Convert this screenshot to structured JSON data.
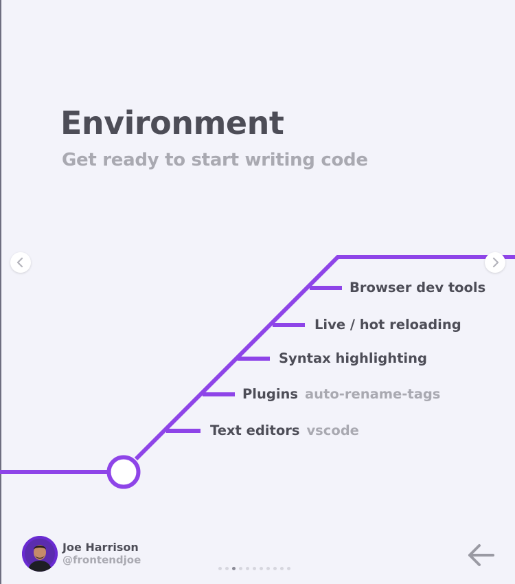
{
  "slide": {
    "title": "Environment",
    "subtitle": "Get ready to start writing code"
  },
  "roadmap": {
    "line_color": "#8e44e8",
    "steps": [
      {
        "label": "Browser dev tools",
        "detail": ""
      },
      {
        "label": "Live / hot reloading",
        "detail": ""
      },
      {
        "label": "Syntax highlighting",
        "detail": ""
      },
      {
        "label": "Plugins",
        "detail": "auto-rename-tags"
      },
      {
        "label": "Text editors",
        "detail": "vscode"
      }
    ]
  },
  "author": {
    "name": "Joe Harrison",
    "handle": "@frontendjoe"
  },
  "carousel": {
    "prev_icon": "chevron-left-icon",
    "next_icon": "chevron-right-icon",
    "back_icon": "arrow-left-icon",
    "page_count": 11,
    "active_page": 3
  },
  "colors": {
    "background": "#f3f3fa",
    "heading": "#4d4d57",
    "muted": "#a9a9b1",
    "accent": "#8e44e8"
  }
}
